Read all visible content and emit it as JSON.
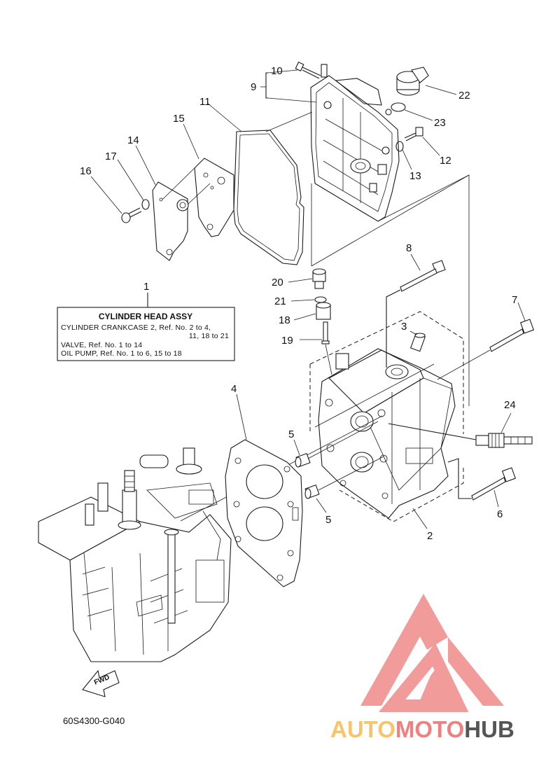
{
  "diagram": {
    "parts_box": {
      "callout": "1",
      "title": "CYLINDER HEAD ASSY",
      "lines": [
        "CYLINDER CRANKCASE 2,  Ref. No. 2 to 4,",
        "11, 18 to 21",
        "VALVE,  Ref. No. 1 to 14",
        "OIL PUMP,  Ref. No. 1 to 6, 15 to 18"
      ]
    },
    "callouts": {
      "c2": "2",
      "c3": "3",
      "c4": "4",
      "c5a": "5",
      "c5b": "5",
      "c6": "6",
      "c7": "7",
      "c8": "8",
      "c9": "9",
      "c10": "10",
      "c11": "11",
      "c12": "12",
      "c13": "13",
      "c14": "14",
      "c15": "15",
      "c16": "16",
      "c17": "17",
      "c18": "18",
      "c19": "19",
      "c20": "20",
      "c21": "21",
      "c22": "22",
      "c23": "23",
      "c24": "24"
    },
    "fwd_label": "FWD",
    "drawing_code": "60S4300-G040"
  },
  "watermark": {
    "part1": "AUTO",
    "part2": "MOTO",
    "part3": "HUB",
    "colors": {
      "light": "#f6c56b",
      "red": "#ef8080",
      "gray": "#555555"
    }
  }
}
